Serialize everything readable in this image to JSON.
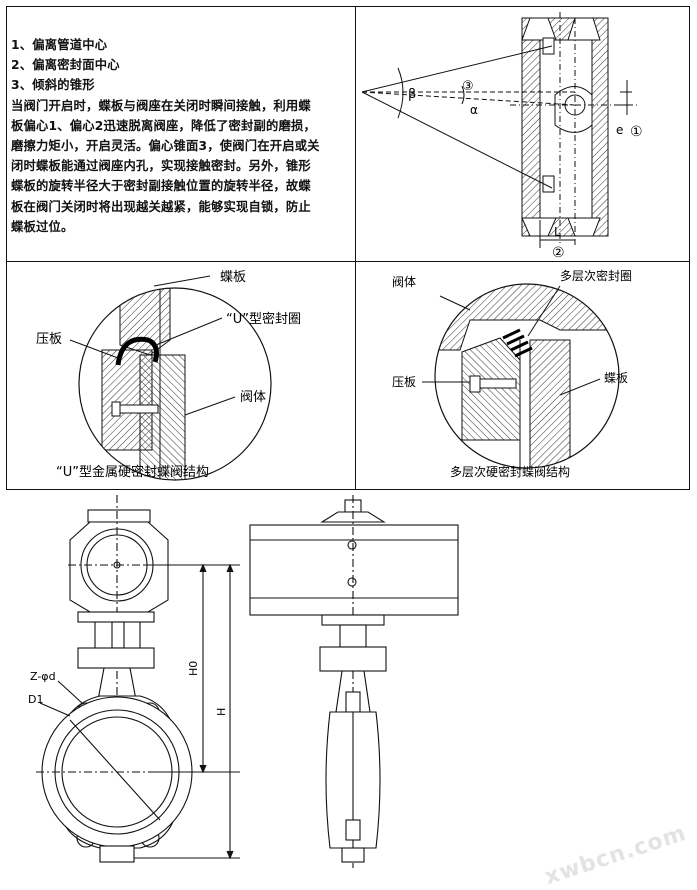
{
  "principle": {
    "item1": "1、偏离管道中心",
    "item2": "2、偏离密封面中心",
    "item3": "3、倾斜的锥形",
    "lines": [
      "当阀门开启时，蝶板与阀座在关闭时瞬间接触，利用蝶",
      "板偏心1、偏心2迅速脱离阀座，降低了密封副的磨损，",
      "磨擦力矩小，开启灵活。偏心锥面3，使阀门在开启或关",
      "闭时蝶板能通过阀座内孔，实现接触密封。另外，锥形",
      "蝶板的旋转半径大于密封副接触位置的旋转半径，故蝶",
      "板在阀门关闭时将出现越关越紧，能够实现自锁，防止",
      "蝶板过位。"
    ]
  },
  "eccentric_diagram": {
    "beta": "β",
    "alpha": "α",
    "mark3": "③",
    "mark1": "①",
    "mark2": "②",
    "e": "e",
    "L": "L"
  },
  "u_seal": {
    "label_disc": "蝶板",
    "label_pressure_plate": "压板",
    "label_u_ring": "“U”型密封圈",
    "label_body": "阀体",
    "caption": "“U”型金属硬密封蝶阀结构"
  },
  "multi_seal": {
    "label_body": "阀体",
    "label_multi_ring": "多层次密封圈",
    "label_pressure_plate": "压板",
    "label_disc": "蝶板",
    "caption": "多层次硬密封蝶阀结构"
  },
  "drawing": {
    "z_phi_d": "Z-φd",
    "d1": "D1",
    "h0": "H0",
    "h": "H"
  },
  "watermark": "xwbcn.com",
  "colors": {
    "line": "#111111",
    "hatch": "#333333",
    "ink": "#000000"
  }
}
